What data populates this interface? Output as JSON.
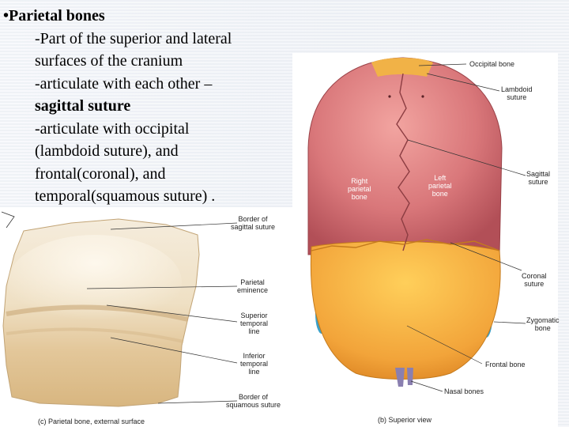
{
  "slide": {
    "bullet": "•",
    "title": "Parietal bones",
    "lines": [
      "-Part of the superior and lateral",
      "surfaces of the cranium",
      "-articulate with each other –",
      "sagittal suture",
      "-articulate with occipital",
      "(lambdoid suture), and",
      "frontal(coronal), and",
      "temporal(squamous suture) ."
    ]
  },
  "figure_c": {
    "caption": "(c) Parietal bone, external surface",
    "labels": {
      "border_sagittal": [
        "Border of",
        "sagittal suture"
      ],
      "parietal_eminence": [
        "Parietal",
        "eminence"
      ],
      "superior_temporal": [
        "Superior",
        "temporal",
        "line"
      ],
      "inferior_temporal": [
        "Inferior",
        "temporal",
        "line"
      ],
      "border_squamous": [
        "Border of",
        "squamous suture"
      ]
    }
  },
  "figure_b": {
    "caption": "(b) Superior view",
    "labels": {
      "occipital": "Occipital bone",
      "lambdoid": [
        "Lambdoid",
        "suture"
      ],
      "sagittal": [
        "Sagittal",
        "suture"
      ],
      "right_parietal": [
        "Right",
        "parietal",
        "bone"
      ],
      "left_parietal": [
        "Left",
        "parietal",
        "bone"
      ],
      "coronal": [
        "Coronal",
        "suture"
      ],
      "zygomatic": [
        "Zygomatic",
        "bone"
      ],
      "frontal": "Frontal bone",
      "nasal": "Nasal bones"
    }
  },
  "colors": {
    "parietal": "#d9777a",
    "frontal": "#f2a43a",
    "occipital": "#f1b247",
    "bone_c": "#f3ead8"
  }
}
